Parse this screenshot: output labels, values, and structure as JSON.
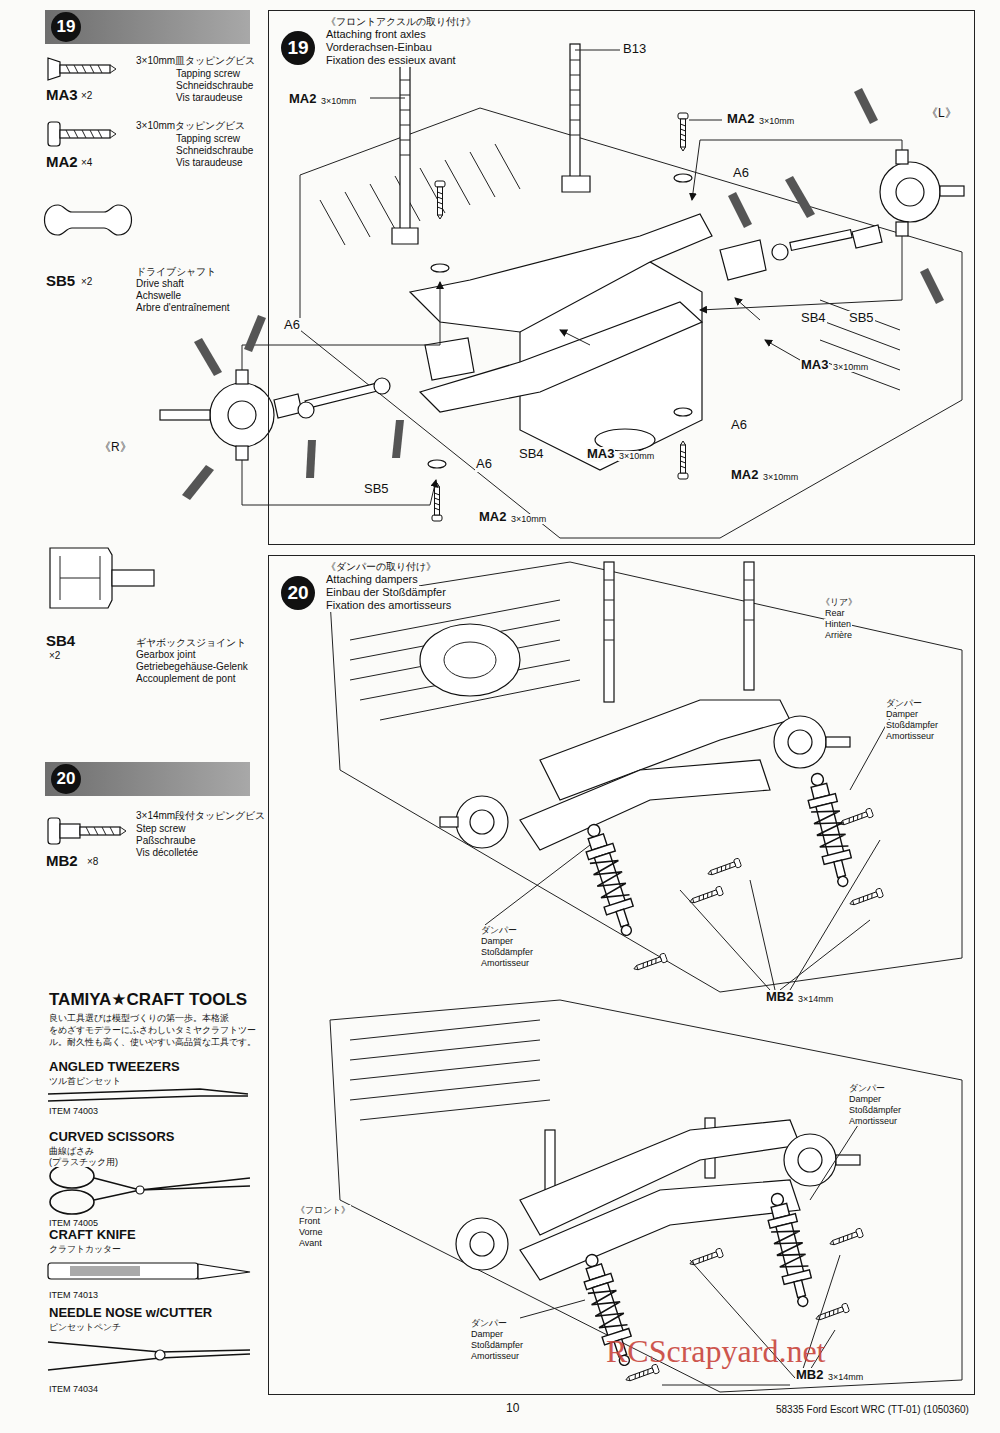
{
  "diagram": {
    "nodes": [
      {
        "text": [
          "19"
        ]
      },
      {
        "text": [
          "19",
          "《フロントアクスルの取り付け》",
          "Attaching front axles",
          "Vorderachsen-Einbau",
          "Fixation des essieux avant"
        ]
      },
      {
        "text": [
          "20"
        ]
      },
      {
        "text": [
          "20",
          "《ダンパーの取り付け》",
          "Attaching dampers",
          "Einbau der Stoßdämpfer",
          "Fixation des amortisseurs"
        ]
      }
    ],
    "labels": [
      "3×10mm皿タッピングビス",
      "Tapping screw",
      "Schneidschraube",
      "Vis taraudeuse",
      "MA3",
      "×2",
      "3×10mmタッピングビス",
      "Tapping screw",
      "Schneidschraube",
      "Vis taraudeuse",
      "MA2",
      "×4",
      "SB5",
      "×2",
      "ドライブシャフト",
      "Drive shaft",
      "Achswelle",
      "Arbre d'entraînement",
      "SB4",
      "×2",
      "ギヤボックスジョイント",
      "Gearbox joint",
      "Getriebegehäuse-Gelenk",
      "Accouplement de pont",
      "3×14mm段付タッピングビス",
      "Step screw",
      "Paßschraube",
      "Vis décolletée",
      "MB2",
      "×8",
      "TAMIYA★CRAFT TOOLS",
      "良い工具選びは模型づくりの第一歩。本格派",
      "をめざすモデラーにふさわしいタミヤクラフトツー",
      "ル。耐久性も高く、使いやすい高品質な工具です。",
      "ANGLED TWEEZERS",
      "ツル首ピンセット",
      "ITEM 74003",
      "CURVED SCISSORS",
      "曲線ばさみ",
      "(プラスチック用)",
      "ITEM 74005",
      "CRAFT KNIFE",
      "クラフトカッター",
      "ITEM 74013",
      "NEEDLE NOSE w/CUTTER",
      "ピンセットペンチ",
      "ITEM 74034",
      "B13",
      "MA2",
      "3×10mm",
      "MA2",
      "3×10mm",
      "A6",
      "《L》",
      "A6",
      "SB4",
      "SB5",
      "MA3",
      "3×10mm",
      "《R》",
      "SB4",
      "MA3",
      "3×10mm",
      "A6",
      "A6",
      "MA2",
      "3×10mm",
      "SB5",
      "MA2",
      "3×10mm",
      "《リア》",
      "Rear",
      "Hinten",
      "Arrière",
      "ダンパー",
      "Damper",
      "Stoßdämpfer",
      "Amortisseur",
      "ダンパー",
      "Damper",
      "Stoßdämpfer",
      "Amortisseur",
      "MB2",
      "3×14mm",
      "《フロント》",
      "Front",
      "Vorne",
      "Avant",
      "ダンパー",
      "Damper",
      "Stoßdämpfer",
      "Amortisseur",
      "ダンパー",
      "Damper",
      "Stoßdämpfer",
      "Amortisseur",
      "MB2",
      "3×14mm",
      "10",
      "58335 Ford Escort WRC (TT-01) (1050360)",
      "RCScrapyard.net"
    ]
  }
}
